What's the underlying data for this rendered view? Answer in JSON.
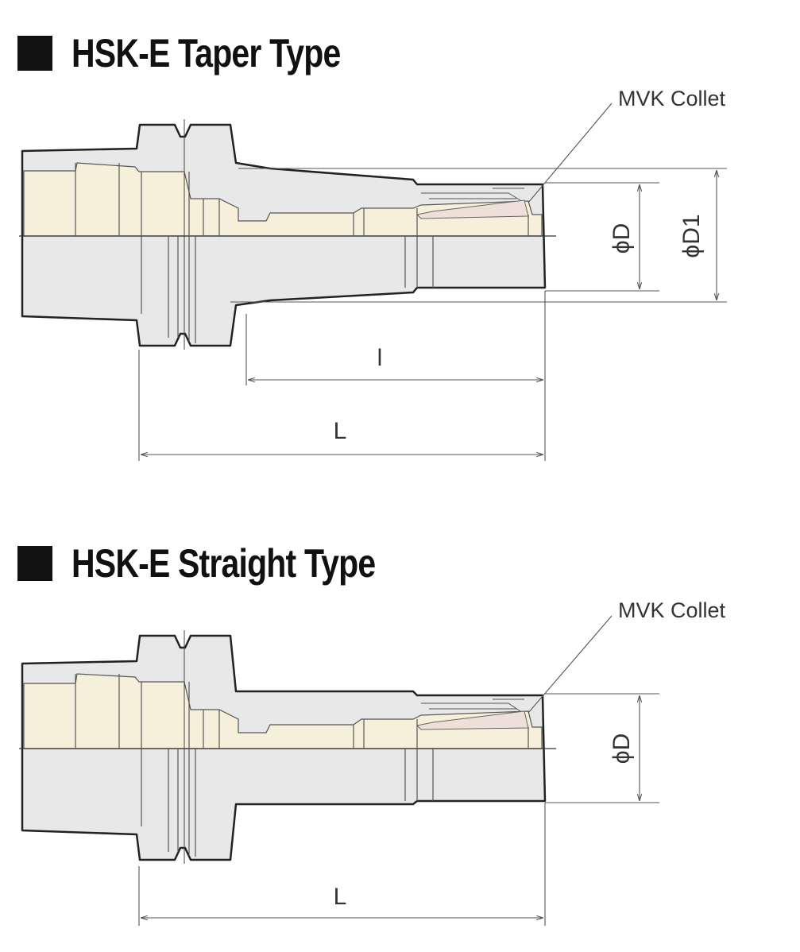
{
  "colors": {
    "bore": "#f6efd9",
    "body": "#e8e8e8",
    "collet": "#eedfd8",
    "outline": "#222222"
  },
  "taper": {
    "title": "HSK-E Taper Type",
    "collet_label": "MVK Collet",
    "dim_D": "ϕD",
    "dim_D1": "ϕD1",
    "dim_l": "l",
    "dim_L": "L"
  },
  "straight": {
    "title": "HSK-E Straight Type",
    "collet_label": "MVK Collet",
    "dim_D": "ϕD",
    "dim_L": "L"
  }
}
